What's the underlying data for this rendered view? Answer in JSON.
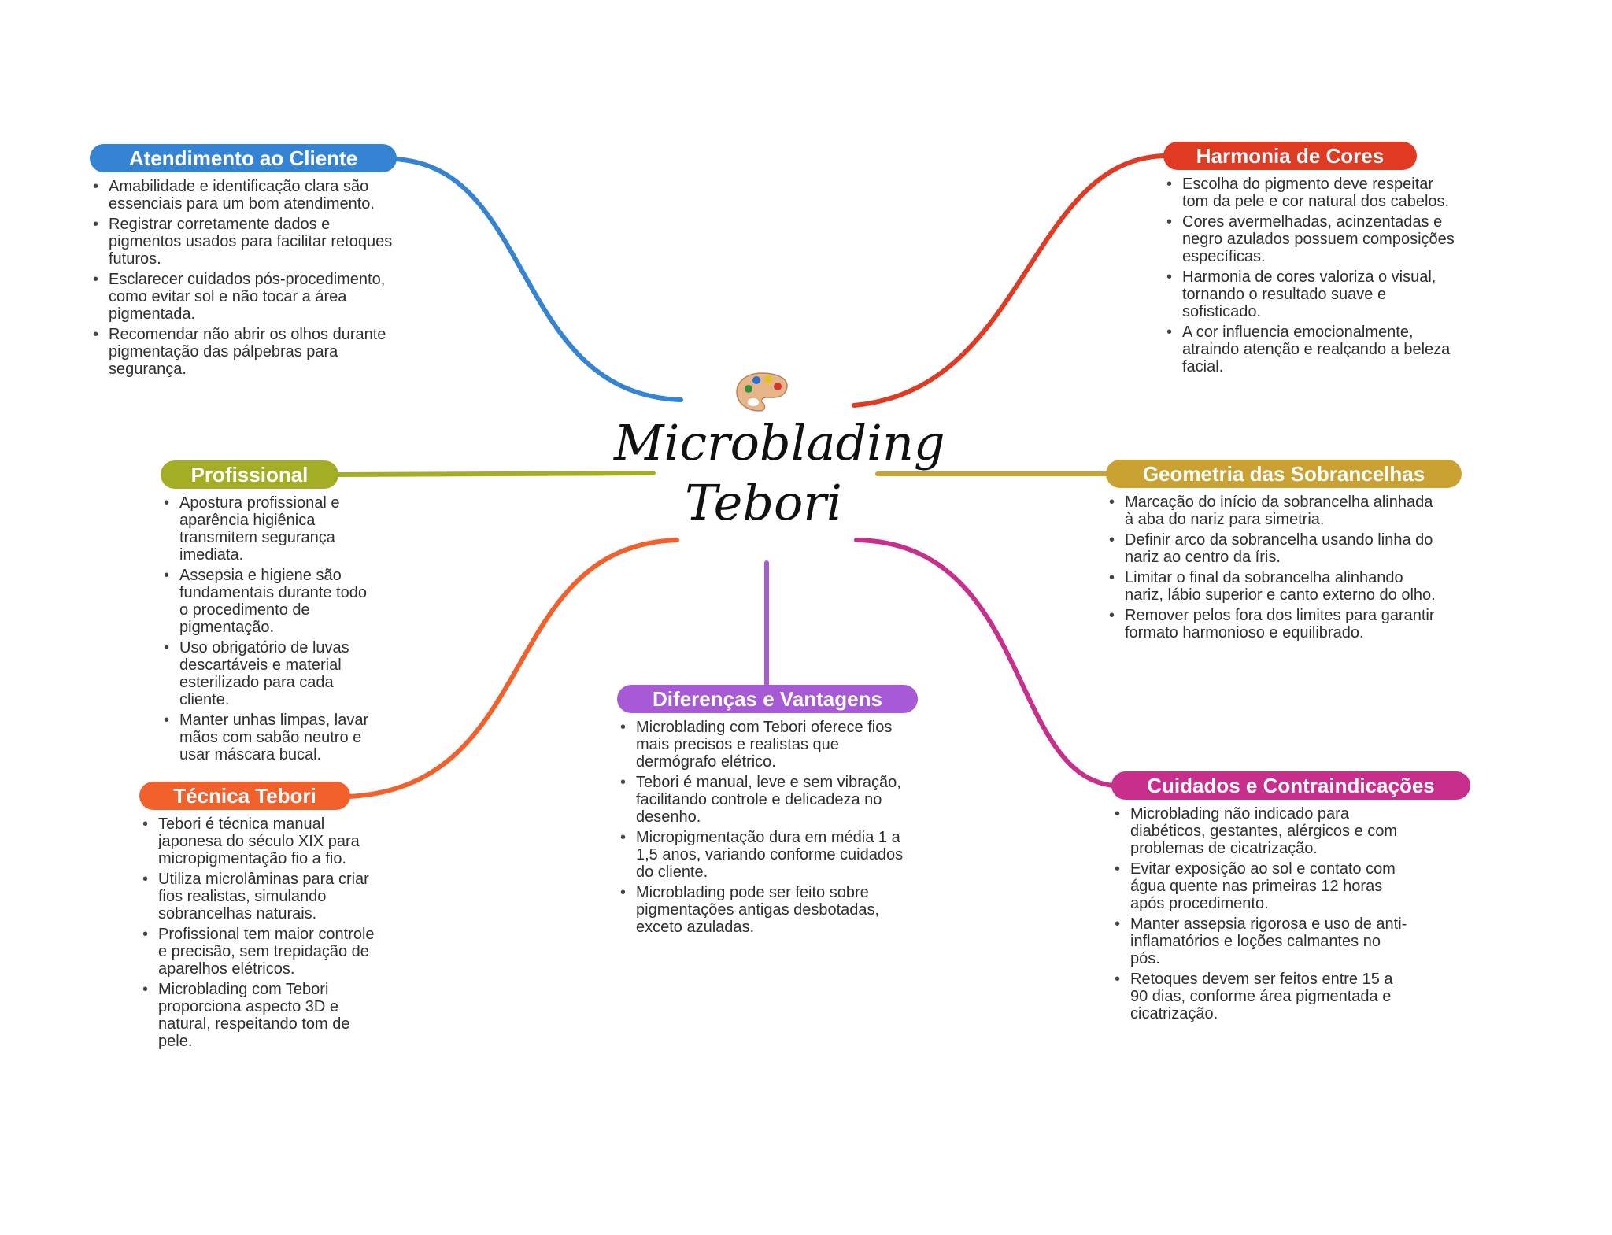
{
  "center": {
    "title_line1": "Microblading",
    "title_line2": "Tebori",
    "icon": "palette-icon"
  },
  "branches": [
    {
      "id": "atendimento",
      "title": "Atendimento ao Cliente",
      "color": "#3584d4",
      "items": [
        "Amabilidade e identificação clara são essenciais para um bom atendimento.",
        "Registrar corretamente dados e pigmentos usados para facilitar retoques futuros.",
        "Esclarecer cuidados pós-procedimento, como evitar sol e não tocar a área pigmentada.",
        "Recomendar não abrir os olhos durante pigmentação das pálpebras para segurança."
      ]
    },
    {
      "id": "profissional",
      "title": "Profissional",
      "color": "#a3ae25",
      "items": [
        "Apostura profissional e aparência higiênica transmitem segurança imediata.",
        "Assepsia e higiene são fundamentais durante todo o procedimento de pigmentação.",
        "Uso obrigatório de luvas descartáveis e material esterilizado para cada cliente.",
        "Manter unhas limpas, lavar mãos com sabão neutro e usar máscara bucal."
      ]
    },
    {
      "id": "tecnica",
      "title": "Técnica Tebori",
      "color": "#f2602b",
      "items": [
        "Tebori é técnica manual japonesa do século XIX para micropigmentação fio a fio.",
        "Utiliza microlâminas para criar fios realistas, simulando sobrancelhas naturais.",
        "Profissional tem maior controle e precisão, sem trepidação de aparelhos elétricos.",
        "Microblading com Tebori proporciona aspecto 3D e natural, respeitando tom de pele."
      ]
    },
    {
      "id": "diferencas",
      "title": "Diferenças e Vantagens",
      "color": "#a75ad6",
      "items": [
        "Microblading com Tebori oferece fios mais precisos e realistas que dermógrafo elétrico.",
        "Tebori é manual, leve e sem vibração, facilitando controle e delicadeza no desenho.",
        "Micropigmentação dura em média 1 a 1,5 anos, variando conforme cuidados do cliente.",
        "Microblading pode ser feito sobre pigmentações antigas desbotadas, exceto azuladas."
      ]
    },
    {
      "id": "harmonia",
      "title": "Harmonia de Cores",
      "color": "#e03a22",
      "items": [
        "Escolha do pigmento deve respeitar tom da pele e cor natural dos cabelos.",
        "Cores avermelhadas, acinzentadas e negro azulados possuem composições específicas.",
        "Harmonia de cores valoriza o visual, tornando o resultado suave e sofisticado.",
        "A cor influencia emocionalmente, atraindo atenção e realçando a beleza facial."
      ]
    },
    {
      "id": "geometria",
      "title": "Geometria das Sobrancelhas",
      "color": "#c9a232",
      "items": [
        "Marcação do início da sobrancelha alinhada à aba do nariz para simetria.",
        "Definir arco da sobrancelha usando linha do nariz ao centro da íris.",
        "Limitar o final da sobrancelha alinhando nariz, lábio superior e canto externo do olho.",
        "Remover pelos fora dos limites para garantir formato harmonioso e equilibrado."
      ]
    },
    {
      "id": "cuidados",
      "title": "Cuidados e Contraindicações",
      "color": "#c82f8c",
      "items": [
        "Microblading não indicado para diabéticos, gestantes, alérgicos e com problemas de cicatrização.",
        "Evitar exposição ao sol e contato com água quente nas primeiras 12 horas após procedimento.",
        "Manter assepsia rigorosa e uso de anti-inflamatórios e loções calmantes no pós.",
        "Retoques devem ser feitos entre 15 a 90 dias, conforme área pigmentada e cicatrização."
      ]
    }
  ]
}
